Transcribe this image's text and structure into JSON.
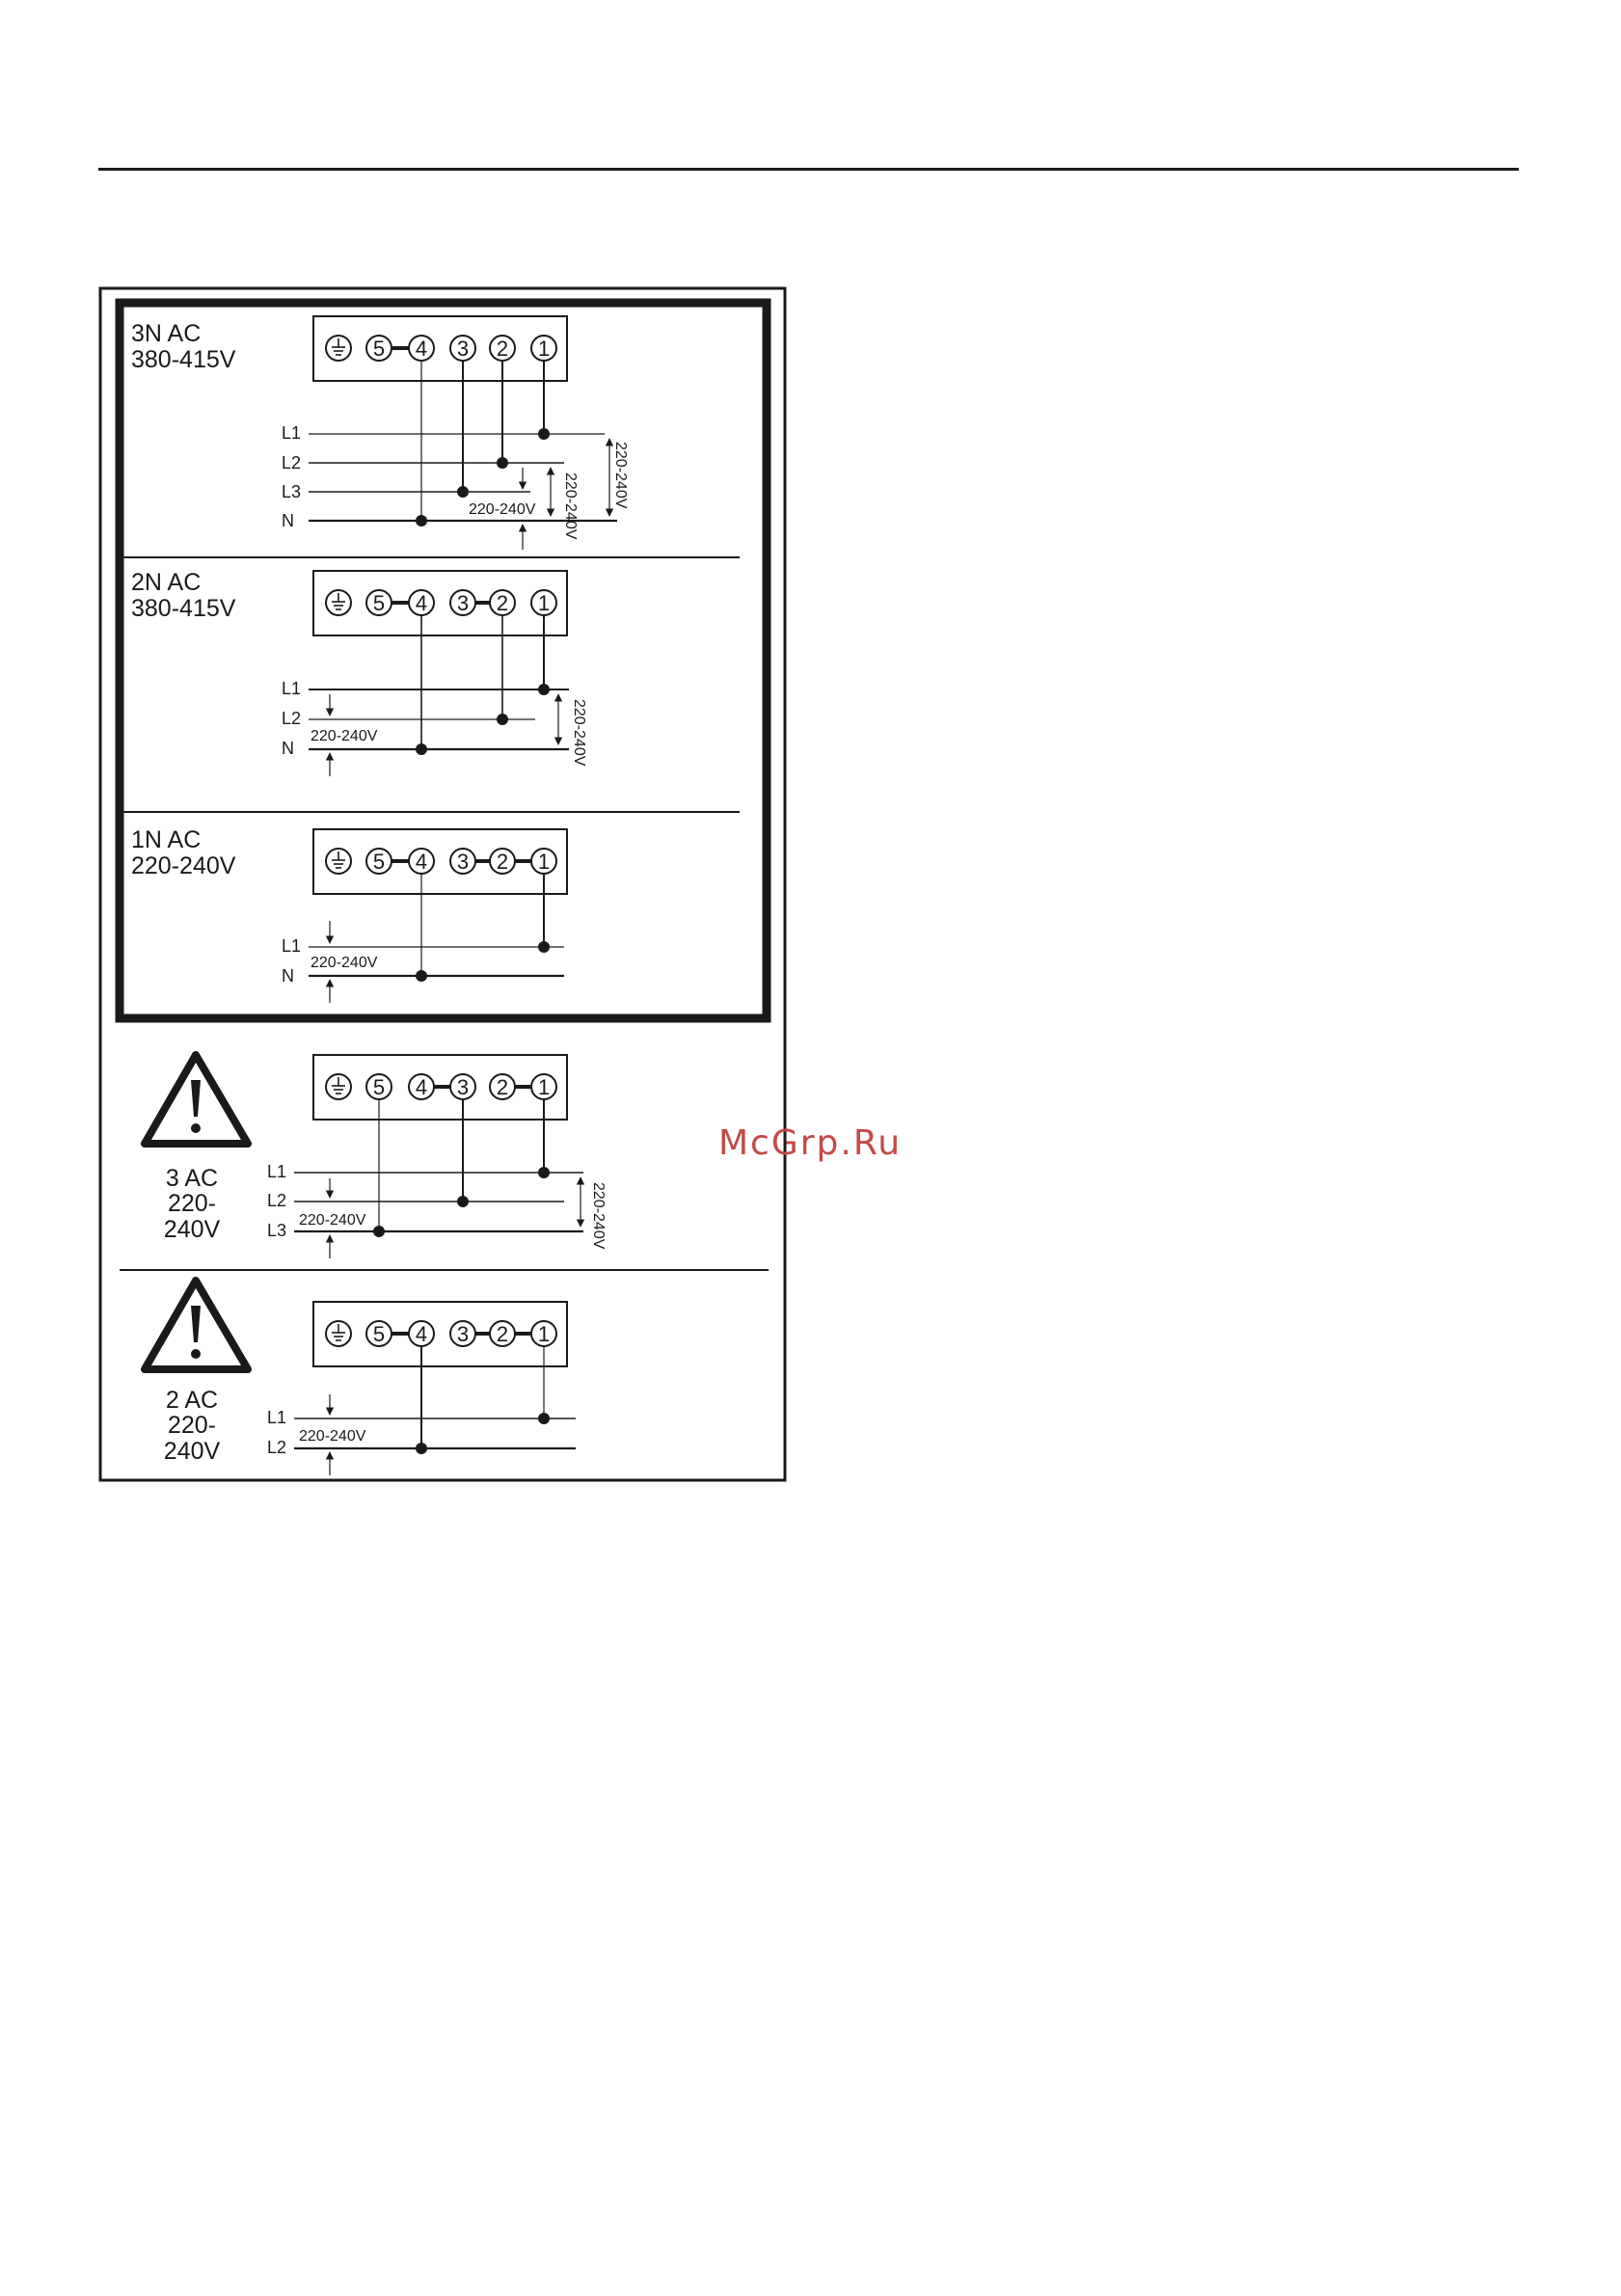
{
  "watermark": "McGrp.Ru",
  "terminal_labels": [
    "1",
    "2",
    "3",
    "4",
    "5"
  ],
  "sections": [
    {
      "key": "3n",
      "title": [
        "3N AC",
        "380-415V"
      ],
      "lines": [
        "L1",
        "L2",
        "L3",
        "N"
      ],
      "voltage_labels": [
        "220-240V",
        "220-240V",
        "220-240V"
      ],
      "warning": false
    },
    {
      "key": "2n",
      "title": [
        "2N AC",
        "380-415V"
      ],
      "lines": [
        "L1",
        "L2",
        "N"
      ],
      "voltage_labels": [
        "220-240V",
        "220-240V"
      ],
      "warning": false
    },
    {
      "key": "1n",
      "title": [
        "1N AC",
        "220-240V"
      ],
      "lines": [
        "L1",
        "N"
      ],
      "voltage_labels": [
        "220-240V"
      ],
      "warning": false
    },
    {
      "key": "3ac",
      "title": [
        "3 AC",
        "220-",
        "240V"
      ],
      "lines": [
        "L1",
        "L2",
        "L3"
      ],
      "voltage_labels": [
        "220-240V",
        "220-240V"
      ],
      "warning": true
    },
    {
      "key": "2ac",
      "title": [
        "2 AC",
        "220-",
        "240V"
      ],
      "lines": [
        "L1",
        "L2"
      ],
      "voltage_labels": [
        "220-240V"
      ],
      "warning": true
    }
  ],
  "colors": {
    "ink": "#1a1a1a",
    "watermark": "#c44a47",
    "background": "#ffffff"
  }
}
